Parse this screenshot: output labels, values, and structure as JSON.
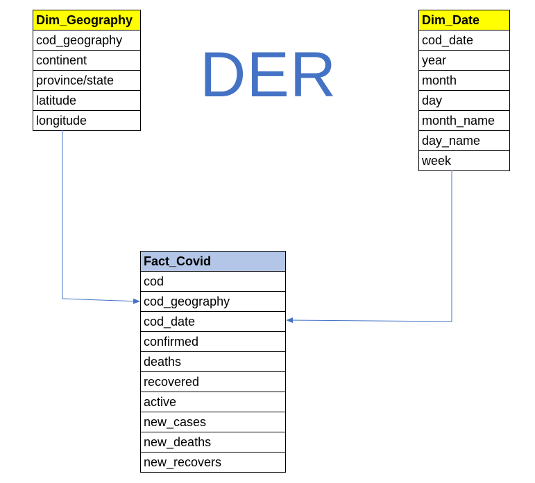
{
  "title": "DER",
  "tables": {
    "geography": {
      "header": "Dim_Geography",
      "fields": [
        "cod_geography",
        "continent",
        "province/state",
        "latitude",
        "longitude"
      ]
    },
    "date": {
      "header": "Dim_Date",
      "fields": [
        "cod_date",
        "year",
        "month",
        "day",
        "month_name",
        "day_name",
        "week"
      ]
    },
    "fact": {
      "header": "Fact_Covid",
      "fields": [
        "cod",
        "cod_geography",
        "cod_date",
        "confirmed",
        "deaths",
        "recovered",
        "active",
        "new_cases",
        "new_deaths",
        "new_recovers"
      ]
    }
  },
  "colors": {
    "dimension_header": "#ffff00",
    "fact_header": "#b4c6e7",
    "title": "#4472c4",
    "connector": "#4472c4"
  }
}
